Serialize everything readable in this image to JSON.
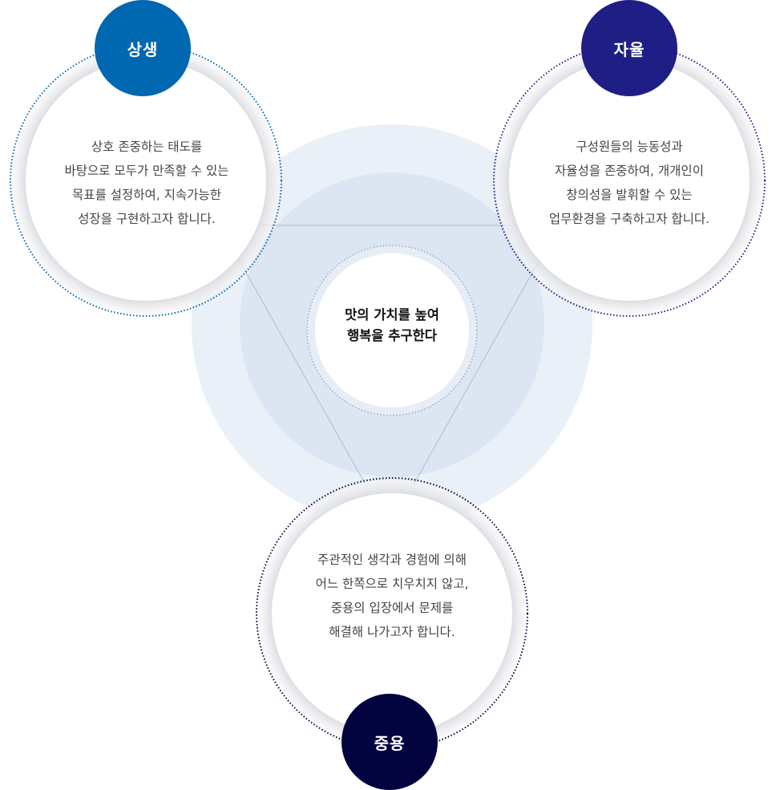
{
  "center": {
    "lines": [
      "맛의 가치를 높여",
      "행복을 추구한다"
    ]
  },
  "values": [
    {
      "label": "상생",
      "color": "#0067b1",
      "lines": [
        "상호 존중하는 태도를",
        "바탕으로 모두가 만족할 수 있는",
        "목표를 설정하여, 지속가능한",
        "성장을 구현하고자 합니다."
      ]
    },
    {
      "label": "자율",
      "color": "#1f1e85",
      "lines": [
        "구성원들의 능동성과",
        "자율성을 존중하여, 개개인이",
        "창의성을 발휘할 수 있는",
        "업무환경을 구축하고자 합니다."
      ]
    },
    {
      "label": "중용",
      "color": "#03033f",
      "lines": [
        "주관적인 생각과 경험에 의해",
        "어느 한쪽으로 치우치지 않고,",
        "중용의 입장에서 문제를",
        "해결해 나가고자 합니다."
      ]
    }
  ]
}
